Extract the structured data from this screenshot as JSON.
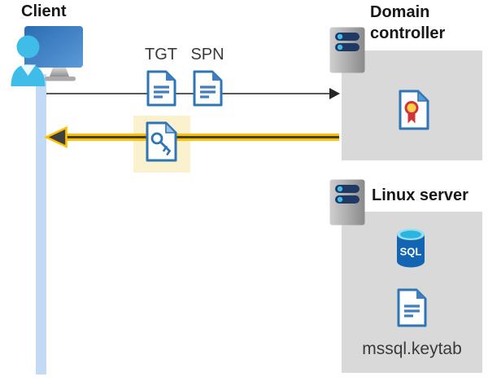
{
  "client": {
    "label": "Client"
  },
  "tickets": {
    "tgt_label": "TGT",
    "spn_label": "SPN"
  },
  "domain_controller": {
    "label": "Domain controller"
  },
  "linux_server": {
    "label": "Linux server",
    "sql_badge": "SQL",
    "keytab_label": "mssql.keytab"
  },
  "icons": {
    "client": "monitor-with-user-icon",
    "server": "server-rack-icon",
    "ticket_document": "document-icon",
    "key_ticket": "key-document-icon",
    "certificate": "certificate-document-icon",
    "database": "sql-database-cylinder-icon"
  },
  "colors": {
    "panel_gray": "#d9d9d9",
    "highlight_yellow": "#faf2cf",
    "arrow_gold": "#ffc000",
    "arrow_dark": "#404040",
    "request_line_gray": "#58595b",
    "icon_blue": "#2e75b6",
    "person_cyan": "#3fbce8",
    "lifeline_blue": "#c3daf5",
    "sql_blue": "#1365b4",
    "rosette_yellow": "#ffd24c",
    "rosette_red": "#d13438"
  }
}
